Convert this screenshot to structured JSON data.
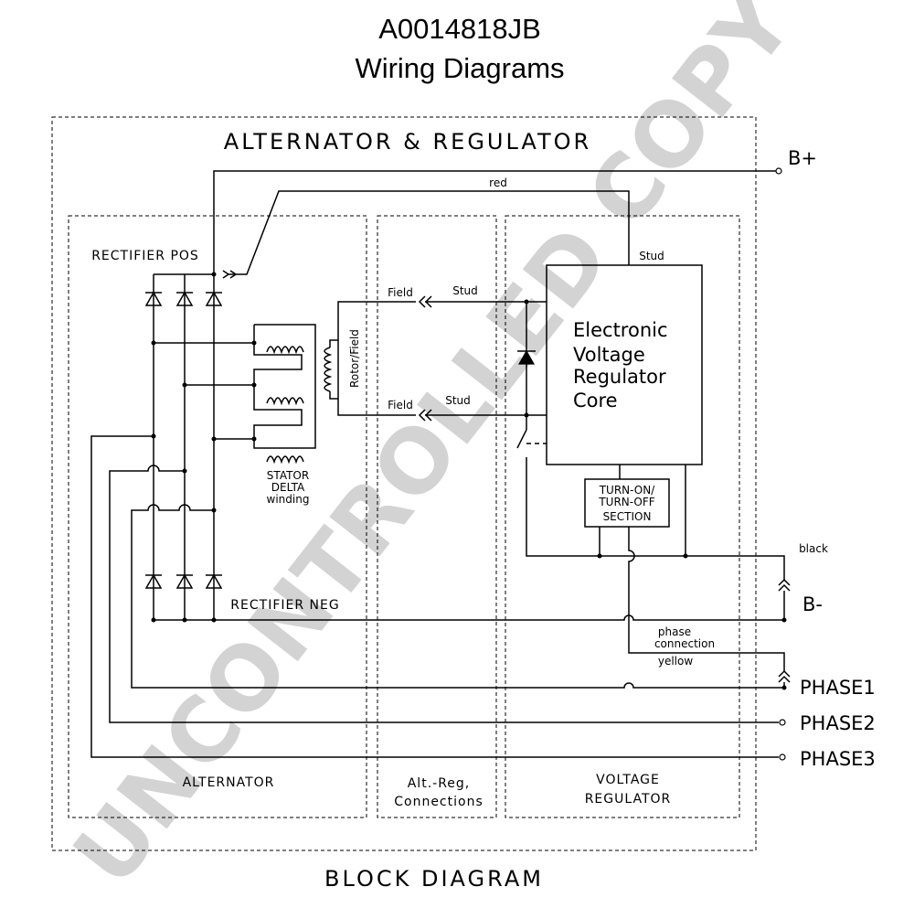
{
  "header": {
    "title": "A0014818JB",
    "subtitle": "Wiring Diagrams"
  },
  "watermark": "UNCONTROLLED COPY",
  "diagram": {
    "outer_label": "ALTERNATOR & REGULATOR",
    "footer_label": "BLOCK DIAGRAM",
    "sections": {
      "alternator": "ALTERNATOR",
      "connections_line1": "Alt.-Reg,",
      "connections_line2": "Connections",
      "regulator_line1": "VOLTAGE",
      "regulator_line2": "REGULATOR"
    },
    "labels": {
      "rectifier_pos": "RECTIFIER POS",
      "rectifier_neg": "RECTIFIER NEG",
      "stator_line1": "STATOR",
      "stator_line2": "DELTA",
      "stator_line3": "winding",
      "rotor_field": "Rotor/Field",
      "field_top": "Field",
      "field_bottom": "Field",
      "stud_top": "Stud",
      "stud_bottom": "Stud",
      "stud_regulator": "Stud",
      "red": "red",
      "black": "black",
      "yellow": "yellow",
      "phase_line1": "phase",
      "phase_line2": "connection"
    },
    "regulator_core": {
      "line1": "Electronic",
      "line2": "Voltage",
      "line3": "Regulator",
      "line4": "Core"
    },
    "turn_section": {
      "line1": "TURN-ON/",
      "line2": "TURN-OFF",
      "line3": "SECTION"
    },
    "terminals": {
      "b_plus": "B+",
      "b_minus": "B-",
      "phase1": "PHASE1",
      "phase2": "PHASE2",
      "phase3": "PHASE3"
    }
  }
}
